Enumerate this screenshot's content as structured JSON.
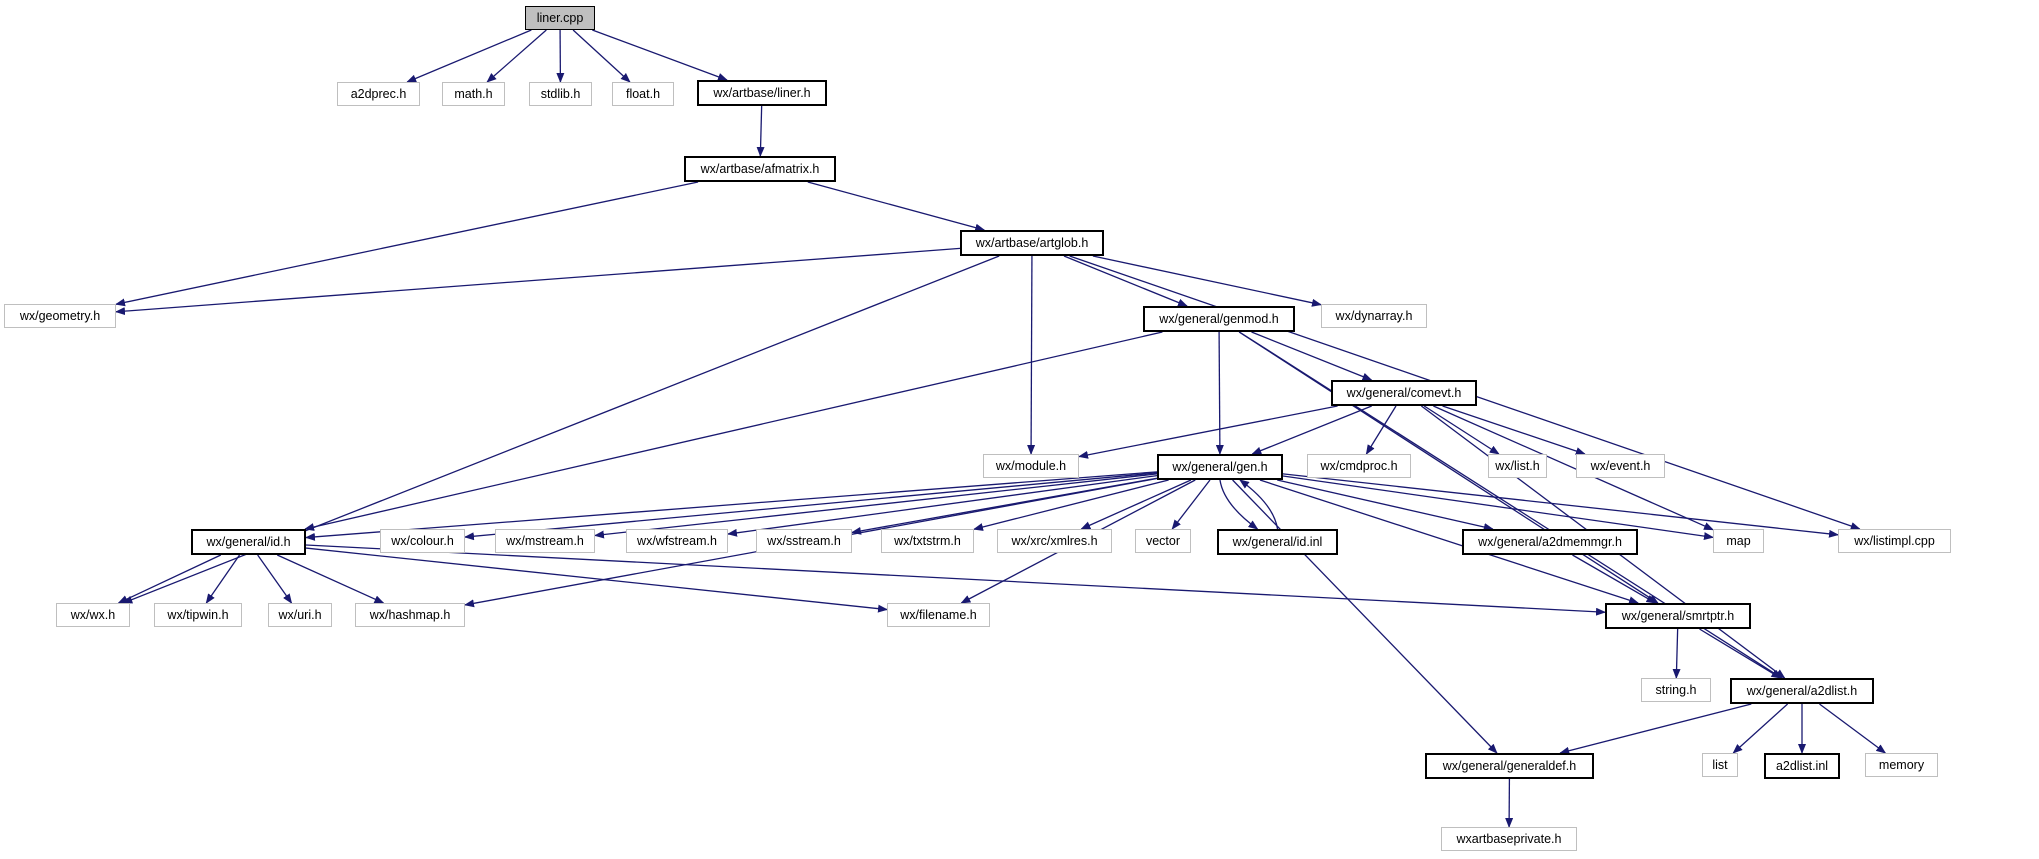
{
  "diagram": {
    "type": "include-dependency-graph",
    "edge_color": "#191970",
    "documented_border_color": "#000000",
    "external_border_color": "#bfbfbf",
    "root_fill_color": "#bfbfbf",
    "nodes": [
      {
        "id": "liner_cpp",
        "label": "liner.cpp",
        "kind": "root"
      },
      {
        "id": "a2dprec_h",
        "label": "a2dprec.h",
        "kind": "ext"
      },
      {
        "id": "math_h",
        "label": "math.h",
        "kind": "ext"
      },
      {
        "id": "stdlib_h",
        "label": "stdlib.h",
        "kind": "ext"
      },
      {
        "id": "float_h",
        "label": "float.h",
        "kind": "ext"
      },
      {
        "id": "liner_h",
        "label": "wx/artbase/liner.h",
        "kind": "doc"
      },
      {
        "id": "afmatrix_h",
        "label": "wx/artbase/afmatrix.h",
        "kind": "doc"
      },
      {
        "id": "artglob_h",
        "label": "wx/artbase/artglob.h",
        "kind": "doc"
      },
      {
        "id": "geometry_h",
        "label": "wx/geometry.h",
        "kind": "ext"
      },
      {
        "id": "genmod_h",
        "label": "wx/general/genmod.h",
        "kind": "doc"
      },
      {
        "id": "dynarray_h",
        "label": "wx/dynarray.h",
        "kind": "ext"
      },
      {
        "id": "comevt_h",
        "label": "wx/general/comevt.h",
        "kind": "doc"
      },
      {
        "id": "module_h",
        "label": "wx/module.h",
        "kind": "ext"
      },
      {
        "id": "gen_h",
        "label": "wx/general/gen.h",
        "kind": "doc"
      },
      {
        "id": "cmdproc_h",
        "label": "wx/cmdproc.h",
        "kind": "ext"
      },
      {
        "id": "list_h",
        "label": "wx/list.h",
        "kind": "ext"
      },
      {
        "id": "event_h",
        "label": "wx/event.h",
        "kind": "ext"
      },
      {
        "id": "id_h",
        "label": "wx/general/id.h",
        "kind": "doc"
      },
      {
        "id": "colour_h",
        "label": "wx/colour.h",
        "kind": "ext"
      },
      {
        "id": "mstream_h",
        "label": "wx/mstream.h",
        "kind": "ext"
      },
      {
        "id": "wfstream_h",
        "label": "wx/wfstream.h",
        "kind": "ext"
      },
      {
        "id": "sstream_h",
        "label": "wx/sstream.h",
        "kind": "ext"
      },
      {
        "id": "txtstrm_h",
        "label": "wx/txtstrm.h",
        "kind": "ext"
      },
      {
        "id": "xmlres_h",
        "label": "wx/xrc/xmlres.h",
        "kind": "ext"
      },
      {
        "id": "vector",
        "label": "vector",
        "kind": "ext"
      },
      {
        "id": "id_inl",
        "label": "wx/general/id.inl",
        "kind": "doc"
      },
      {
        "id": "a2dmemmgr_h",
        "label": "wx/general/a2dmemmgr.h",
        "kind": "doc"
      },
      {
        "id": "map",
        "label": "map",
        "kind": "ext"
      },
      {
        "id": "listimpl_cpp",
        "label": "wx/listimpl.cpp",
        "kind": "ext"
      },
      {
        "id": "wx_h",
        "label": "wx/wx.h",
        "kind": "ext"
      },
      {
        "id": "tipwin_h",
        "label": "wx/tipwin.h",
        "kind": "ext"
      },
      {
        "id": "uri_h",
        "label": "wx/uri.h",
        "kind": "ext"
      },
      {
        "id": "hashmap_h",
        "label": "wx/hashmap.h",
        "kind": "ext"
      },
      {
        "id": "filename_h",
        "label": "wx/filename.h",
        "kind": "ext"
      },
      {
        "id": "smrtptr_h",
        "label": "wx/general/smrtptr.h",
        "kind": "doc"
      },
      {
        "id": "string_h",
        "label": "string.h",
        "kind": "ext"
      },
      {
        "id": "a2dlist_h",
        "label": "wx/general/a2dlist.h",
        "kind": "doc"
      },
      {
        "id": "generaldef_h",
        "label": "wx/general/generaldef.h",
        "kind": "doc"
      },
      {
        "id": "list",
        "label": "list",
        "kind": "ext"
      },
      {
        "id": "a2dlist_inl",
        "label": "a2dlist.inl",
        "kind": "doc"
      },
      {
        "id": "memory",
        "label": "memory",
        "kind": "ext"
      },
      {
        "id": "wxartbaseprivate_h",
        "label": "wxartbaseprivate.h",
        "kind": "ext"
      }
    ],
    "edges": [
      [
        "liner_cpp",
        "a2dprec_h"
      ],
      [
        "liner_cpp",
        "math_h"
      ],
      [
        "liner_cpp",
        "stdlib_h"
      ],
      [
        "liner_cpp",
        "float_h"
      ],
      [
        "liner_cpp",
        "liner_h"
      ],
      [
        "liner_h",
        "afmatrix_h"
      ],
      [
        "afmatrix_h",
        "geometry_h"
      ],
      [
        "afmatrix_h",
        "artglob_h"
      ],
      [
        "artglob_h",
        "geometry_h"
      ],
      [
        "artglob_h",
        "wx_h"
      ],
      [
        "artglob_h",
        "module_h"
      ],
      [
        "artglob_h",
        "genmod_h"
      ],
      [
        "artglob_h",
        "dynarray_h"
      ],
      [
        "artglob_h",
        "listimpl_cpp"
      ],
      [
        "genmod_h",
        "gen_h"
      ],
      [
        "genmod_h",
        "comevt_h"
      ],
      [
        "genmod_h",
        "smrtptr_h"
      ],
      [
        "genmod_h",
        "a2dlist_h"
      ],
      [
        "genmod_h",
        "id_h"
      ],
      [
        "comevt_h",
        "module_h"
      ],
      [
        "comevt_h",
        "gen_h"
      ],
      [
        "comevt_h",
        "cmdproc_h"
      ],
      [
        "comevt_h",
        "list_h"
      ],
      [
        "comevt_h",
        "event_h"
      ],
      [
        "comevt_h",
        "map"
      ],
      [
        "comevt_h",
        "a2dlist_h"
      ],
      [
        "gen_h",
        "id_h"
      ],
      [
        "gen_h",
        "colour_h"
      ],
      [
        "gen_h",
        "mstream_h"
      ],
      [
        "gen_h",
        "wfstream_h"
      ],
      [
        "gen_h",
        "sstream_h"
      ],
      [
        "gen_h",
        "txtstrm_h"
      ],
      [
        "gen_h",
        "xmlres_h"
      ],
      [
        "gen_h",
        "vector"
      ],
      [
        "gen_h",
        "id_inl"
      ],
      [
        "gen_h",
        "a2dmemmgr_h"
      ],
      [
        "gen_h",
        "map"
      ],
      [
        "gen_h",
        "listimpl_cpp"
      ],
      [
        "gen_h",
        "smrtptr_h"
      ],
      [
        "gen_h",
        "filename_h"
      ],
      [
        "gen_h",
        "hashmap_h"
      ],
      [
        "gen_h",
        "generaldef_h"
      ],
      [
        "id_inl",
        "gen_h"
      ],
      [
        "id_h",
        "wx_h"
      ],
      [
        "id_h",
        "tipwin_h"
      ],
      [
        "id_h",
        "uri_h"
      ],
      [
        "id_h",
        "hashmap_h"
      ],
      [
        "id_h",
        "filename_h"
      ],
      [
        "id_h",
        "smrtptr_h"
      ],
      [
        "a2dmemmgr_h",
        "smrtptr_h"
      ],
      [
        "smrtptr_h",
        "string_h"
      ],
      [
        "smrtptr_h",
        "a2dlist_h"
      ],
      [
        "a2dlist_h",
        "generaldef_h"
      ],
      [
        "a2dlist_h",
        "list"
      ],
      [
        "a2dlist_h",
        "a2dlist_inl"
      ],
      [
        "a2dlist_h",
        "memory"
      ],
      [
        "generaldef_h",
        "wxartbaseprivate_h"
      ]
    ]
  }
}
